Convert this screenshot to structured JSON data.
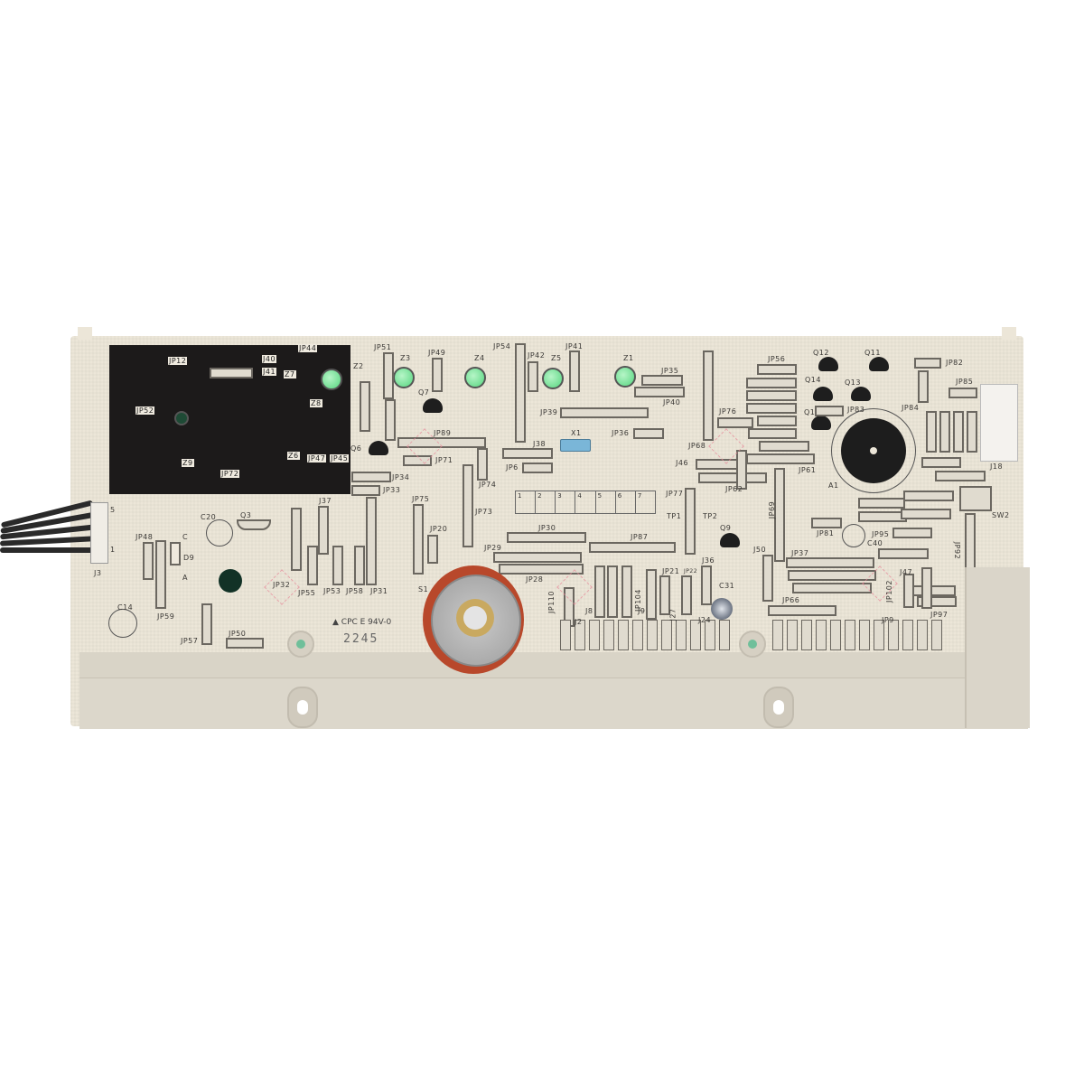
{
  "image": {
    "subject": "Appliance control circuit board (PCB) with rotary selector knob, LEDs, buzzer and wiring harness",
    "background_color": "#ffffff",
    "board_color": "#ece6d8",
    "frame_color": "#d9d4c7",
    "knob_ring_color": "#b8482b",
    "led_color": "#56d57f",
    "crystal_color": "#7ab6d8"
  },
  "black_panel_labels": [
    "JP12",
    "J40",
    "J41",
    "JP44",
    "Z7",
    "Z8",
    "JP52",
    "Z9",
    "JP72",
    "Z6",
    "JP47",
    "JP45"
  ],
  "leds": [
    {
      "ref": "Z3"
    },
    {
      "ref": "Z4"
    },
    {
      "ref": "Z5"
    },
    {
      "ref": "Z1"
    },
    {
      "ref": "Z7"
    }
  ],
  "transistors": [
    "Q7",
    "Q6",
    "Q12",
    "Q11",
    "Q14",
    "Q13",
    "Q1",
    "Q9",
    "Q3"
  ],
  "labels": {
    "jp51": "JP51",
    "z2": "Z2",
    "z3": "Z3",
    "jp49": "JP49",
    "z4": "Z4",
    "jp54": "JP54",
    "jp42": "JP42",
    "z5": "Z5",
    "jp41": "JP41",
    "z1": "Z1",
    "jp35": "JP35",
    "jp40": "JP40",
    "jp39": "JP39",
    "jp36": "JP36",
    "x1": "X1",
    "jp89": "JP89",
    "jp71": "JP71",
    "jp74": "JP74",
    "j38": "J38",
    "jp6": "JP6",
    "jp34": "JP34",
    "jp33": "JP33",
    "jp75": "JP75",
    "jp73": "JP73",
    "jp20": "JP20",
    "jp30": "JP30",
    "jp29": "JP29",
    "jp28": "JP28",
    "jp87": "JP87",
    "tp1": "TP1",
    "tp2": "TP2",
    "q9": "Q9",
    "j36": "J36",
    "jp21": "JP21",
    "jp22": "JP22",
    "c31": "C31",
    "jp56": "JP56",
    "q12": "Q12",
    "q11": "Q11",
    "q14": "Q14",
    "q13": "Q13",
    "jp82": "JP82",
    "jp85": "JP85",
    "jp83": "JP83",
    "jp84": "JP84",
    "jp76": "JP76",
    "jp68": "JP68",
    "jp61": "JP61",
    "a1": "A1",
    "j18": "J18",
    "j46": "J46",
    "jp62": "JP62",
    "jp77": "JP77",
    "jp69": "JP69",
    "sw2": "SW2",
    "jp81": "JP81",
    "jp95": "JP95",
    "c40": "C40",
    "jp92": "JP92",
    "j50": "J50",
    "jp37": "JP37",
    "j47": "J47",
    "jp102": "JP102",
    "jp66": "JP66",
    "jp97": "JP97",
    "jp9": "JP9",
    "j3": "J3",
    "j3_pin5": "5",
    "j3_pin1": "1",
    "c20": "C20",
    "q3": "Q3",
    "jp48": "JP48",
    "d9": "D9",
    "d9_c": "C",
    "d9_a": "A",
    "jp59": "JP59",
    "c14": "C14",
    "jp57": "JP57",
    "jp50": "JP50",
    "jp32": "JP32",
    "j37": "J37",
    "jp55": "JP55",
    "jp53": "JP53",
    "jp58": "JP58",
    "jp31": "JP31",
    "s1": "S1",
    "jp110": "JP110",
    "j2": "J2",
    "j8": "J8",
    "jp104": "JP104",
    "j9": "J9",
    "j27": "J27",
    "j24": "J24",
    "q6": "Q6",
    "q7": "Q7",
    "q1": "Q1"
  },
  "segment_box": [
    "1",
    "2",
    "3",
    "4",
    "5",
    "6",
    "7"
  ],
  "markings": {
    "flammability": "▲ CPC E 94V-0",
    "date_code": "2245"
  }
}
